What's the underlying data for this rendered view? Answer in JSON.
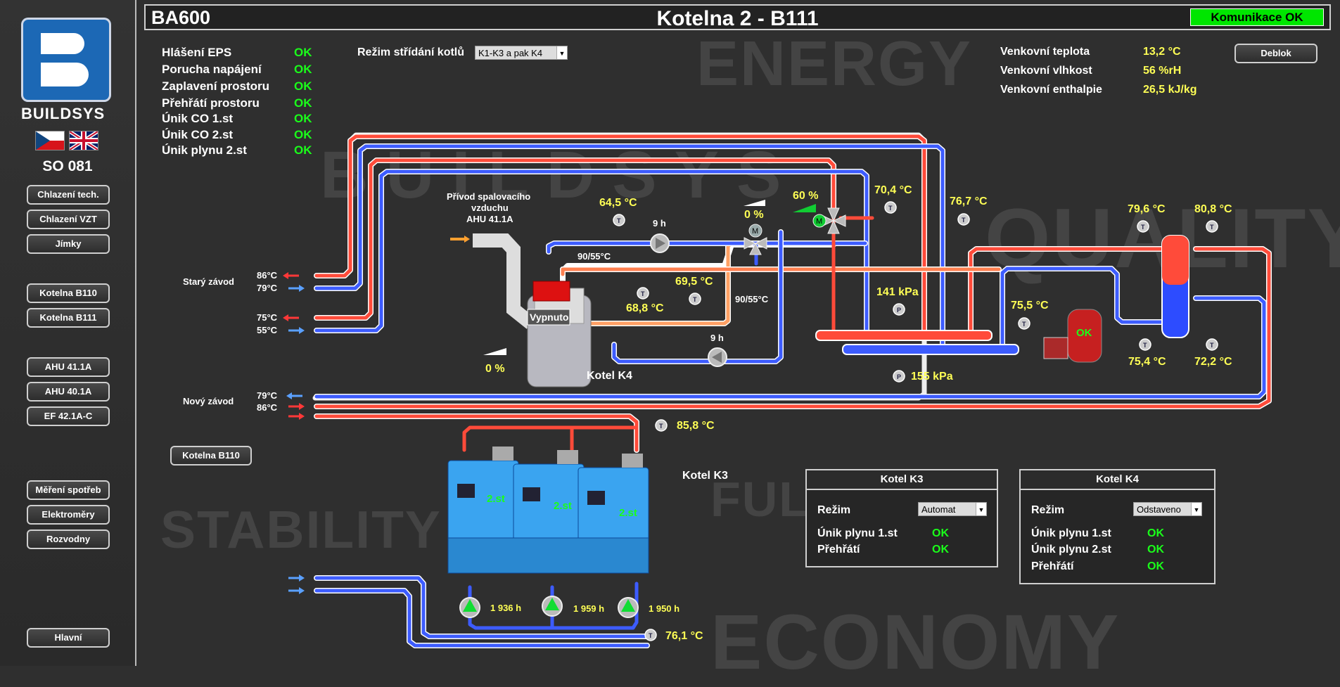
{
  "sidebar": {
    "logo_text": "BUILDSYS",
    "flags": [
      "cz-flag",
      "uk-flag"
    ],
    "site": "SO 081",
    "buttons": [
      "Chlazení tech.",
      "Chlazení VZT",
      "Jímky",
      "Kotelna B110",
      "Kotelna B111",
      "AHU 41.1A",
      "AHU 40.1A",
      "EF 42.1A-C",
      "Měření spotřeb",
      "Elektroměry",
      "Rozvodny",
      "Hlavní"
    ]
  },
  "header": {
    "code": "BA600",
    "title": "Kotelna 2 - B111",
    "comm_status": "Komunikace OK"
  },
  "alarms": [
    {
      "label": "Hlášení EPS",
      "status": "OK"
    },
    {
      "label": "Porucha napájení",
      "status": "OK"
    },
    {
      "label": "Zaplavení prostoru",
      "status": "OK"
    },
    {
      "label": "Přehřátí prostoru",
      "status": "OK"
    },
    {
      "label": "Únik CO 1.st",
      "status": "OK"
    },
    {
      "label": "Únik CO 2.st",
      "status": "OK"
    },
    {
      "label": "Únik plynu 2.st",
      "status": "OK"
    }
  ],
  "rotation": {
    "label": "Režim střídání kotlů",
    "value": "K1-K3 a pak K4"
  },
  "outdoor": [
    {
      "label": "Venkovní teplota",
      "value": "13,2 °C"
    },
    {
      "label": "Venkovní vlhkost",
      "value": "56 %rH"
    },
    {
      "label": "Venkovní enthalpie",
      "value": "26,5 kJ/kg"
    }
  ],
  "deblok_label": "Deblok",
  "scheme": {
    "air_intake": [
      "Přívod spalovacího",
      "vzduchu",
      "AHU 41.1A"
    ],
    "stary_zavod": "Starý závod",
    "novy_zavod": "Nový závod",
    "kotelna_b110_btn": "Kotelna B110",
    "left_temps": {
      "s1": "86°C",
      "s2": "79°C",
      "s3": "75°C",
      "s4": "55°C",
      "n1": "79°C",
      "n2": "86°C"
    },
    "t_k4_flow": "64,5 °C",
    "t_k4_ret": "68,8 °C",
    "t_mid": "69,5 °C",
    "pump_k4_hours": "9 h",
    "pump_k4b_hours": "9 h",
    "k4_regime": "90/55°C",
    "k4_regime2": "90/55°C",
    "valve1_pct": "0 %",
    "valve2_pct": "60 %",
    "k4_burner_pct": "0 %",
    "k4_status": "Vypnuto",
    "k4_label": "Kotel K4",
    "t_main": "70,4 °C",
    "t_main2": "76,7 °C",
    "p1": "141 kPa",
    "p2": "155 kPa",
    "t_75": "75,5 °C",
    "exp_status": "OK",
    "t_hx1": "79,6 °C",
    "t_hx2": "80,8 °C",
    "t_hx3": "75,4 °C",
    "t_hx4": "72,2 °C",
    "t_k3_flow": "85,8 °C",
    "k3_label": "Kotel K3",
    "k3_stages": [
      "2.st",
      "2.st",
      "2.st"
    ],
    "k3_pump_hours": [
      "1 936 h",
      "1 959 h",
      "1 950 h"
    ],
    "t_k3_ret": "76,1 °C"
  },
  "panel_k3": {
    "title": "Kotel K3",
    "mode_label": "Režim",
    "mode_value": "Automat",
    "rows": [
      {
        "label": "Únik plynu 1.st",
        "status": "OK"
      },
      {
        "label": "Přehřátí",
        "status": "OK"
      }
    ]
  },
  "panel_k4": {
    "title": "Kotel K4",
    "mode_label": "Režim",
    "mode_value": "Odstaveno",
    "rows": [
      {
        "label": "Únik plynu 1.st",
        "status": "OK"
      },
      {
        "label": "Únik plynu 2.st",
        "status": "OK"
      },
      {
        "label": "Přehřátí",
        "status": "OK"
      }
    ]
  },
  "watermarks": [
    "ENERGY",
    "QUALITY",
    "STABILITY",
    "FULLY",
    "ECONOMY",
    "BUILDSYS"
  ],
  "colors": {
    "hot_pipe": "#ff4b3a",
    "cold_pipe": "#3d5cff",
    "ok_green": "#1aff1a",
    "value_yellow": "#ffff55",
    "comm_green": "#00e600"
  }
}
